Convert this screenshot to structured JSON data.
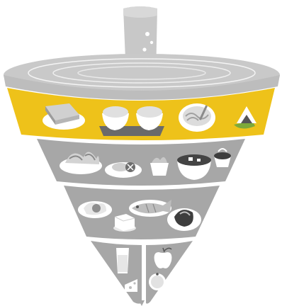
{
  "diagram": {
    "colors": {
      "accent_yellow": "#EEC21A",
      "tier_gray": "#A7A7A7",
      "tier_gray_light": "#B4B4B4",
      "top_disc": "#C9C9C9",
      "top_disc_rim": "#BDBDBD",
      "food_light": "#D3D3D3",
      "food_dark": "#7E7E7E",
      "white": "#FFFFFF"
    },
    "top": {
      "item": "water-glass",
      "icon": "glass-of-water-icon"
    },
    "tiers": [
      {
        "id": "staple-foods",
        "color": "#EEC21A",
        "items": [
          {
            "name": "toast",
            "icon": "toast-icon"
          },
          {
            "name": "rice-bowls",
            "icon": "rice-bowls-icon"
          },
          {
            "name": "noodle-bowl",
            "icon": "noodle-bowl-icon"
          },
          {
            "name": "rice-ball",
            "icon": "onigiri-icon"
          }
        ]
      },
      {
        "id": "side-dishes",
        "color": "#A7A7A7",
        "items": [
          {
            "name": "vegetable-salad",
            "icon": "salad-icon"
          },
          {
            "name": "stir-fried-vegetables",
            "icon": "stir-fry-icon"
          },
          {
            "name": "vegetable-cup",
            "icon": "vegetable-cup-icon"
          },
          {
            "name": "soup-bowl",
            "icon": "soup-bowl-icon"
          },
          {
            "name": "small-side-dish",
            "icon": "small-dish-icon"
          }
        ]
      },
      {
        "id": "main-dishes",
        "color": "#A7A7A7",
        "items": [
          {
            "name": "fried-egg",
            "icon": "fried-egg-icon"
          },
          {
            "name": "grilled-fish",
            "icon": "fish-icon"
          },
          {
            "name": "tofu",
            "icon": "tofu-icon"
          },
          {
            "name": "meat-dish",
            "icon": "meat-dish-icon"
          }
        ]
      },
      {
        "id": "milk-dairy",
        "color": "#A7A7A7",
        "items": [
          {
            "name": "milk-glass",
            "icon": "milk-glass-icon"
          },
          {
            "name": "cheese",
            "icon": "cheese-icon"
          }
        ]
      },
      {
        "id": "fruits",
        "color": "#A7A7A7",
        "items": [
          {
            "name": "apple",
            "icon": "apple-icon"
          },
          {
            "name": "orange",
            "icon": "orange-icon"
          }
        ]
      }
    ]
  }
}
